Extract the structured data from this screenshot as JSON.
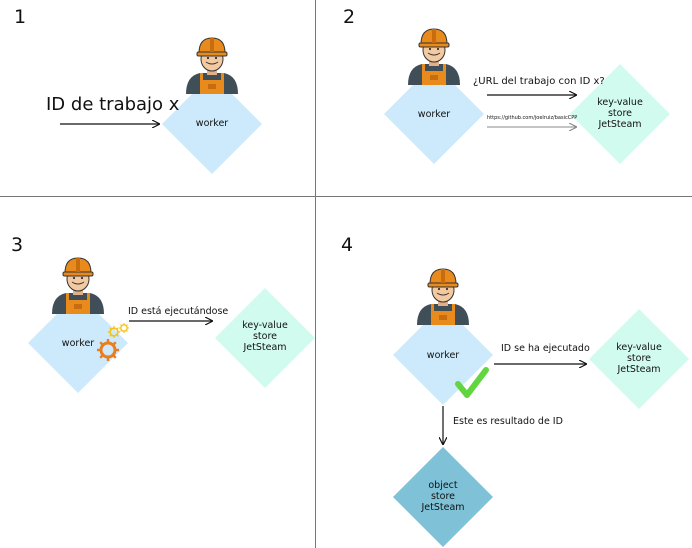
{
  "panels": [
    {
      "number": "1",
      "input_label": "ID de trabajo x",
      "worker_label": "worker"
    },
    {
      "number": "2",
      "worker_label": "worker",
      "request_label": "¿URL del trabajo con ID x?",
      "response_label": "https://github.com/joelruiz/basicCPP",
      "store_label": [
        "key-value",
        "store",
        "JetSteam"
      ]
    },
    {
      "number": "3",
      "worker_label": "worker",
      "status_label": "ID está ejecutándose",
      "store_label": [
        "key-value",
        "store",
        "JetSteam"
      ]
    },
    {
      "number": "4",
      "worker_label": "worker",
      "status_label": "ID se ha ejecutado",
      "store_label": [
        "key-value",
        "store",
        "JetSteam"
      ],
      "result_label": "Este es resultado de ID",
      "object_store_label": [
        "object",
        "store",
        "JetSteam"
      ]
    }
  ],
  "colors": {
    "worker_fill": "#cdeafc",
    "kv_store_fill": "#d2fbef",
    "object_store_fill": "#7fc2d8",
    "helmet": "#e98a1c",
    "overalls": "#e98a1c",
    "shirt": "#3f4e57",
    "skin": "#f2c9a1",
    "gear_large": "#ea7d1e",
    "gear_small": "#f5c21b",
    "check": "#62d640"
  },
  "icons": [
    "worker-person-icon",
    "gears-icon",
    "checkmark-icon"
  ]
}
